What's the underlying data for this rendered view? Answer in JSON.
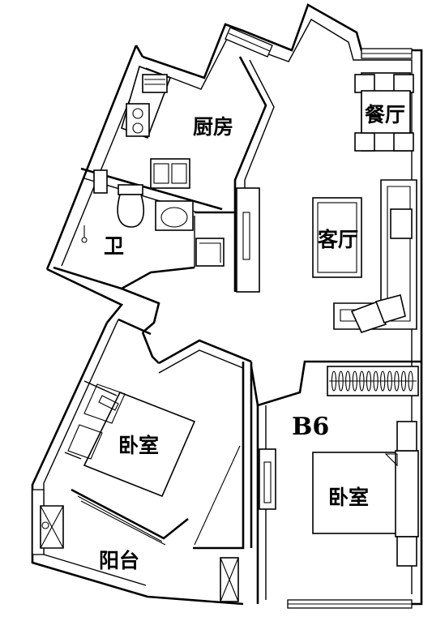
{
  "plan": {
    "unit": "B6",
    "rooms": {
      "kitchen": "厨房",
      "dining": "餐厅",
      "living": "客厅",
      "bathroom": "卫",
      "bedroom_main": "卧室",
      "bedroom_second": "卧室",
      "balcony": "阳台"
    }
  }
}
